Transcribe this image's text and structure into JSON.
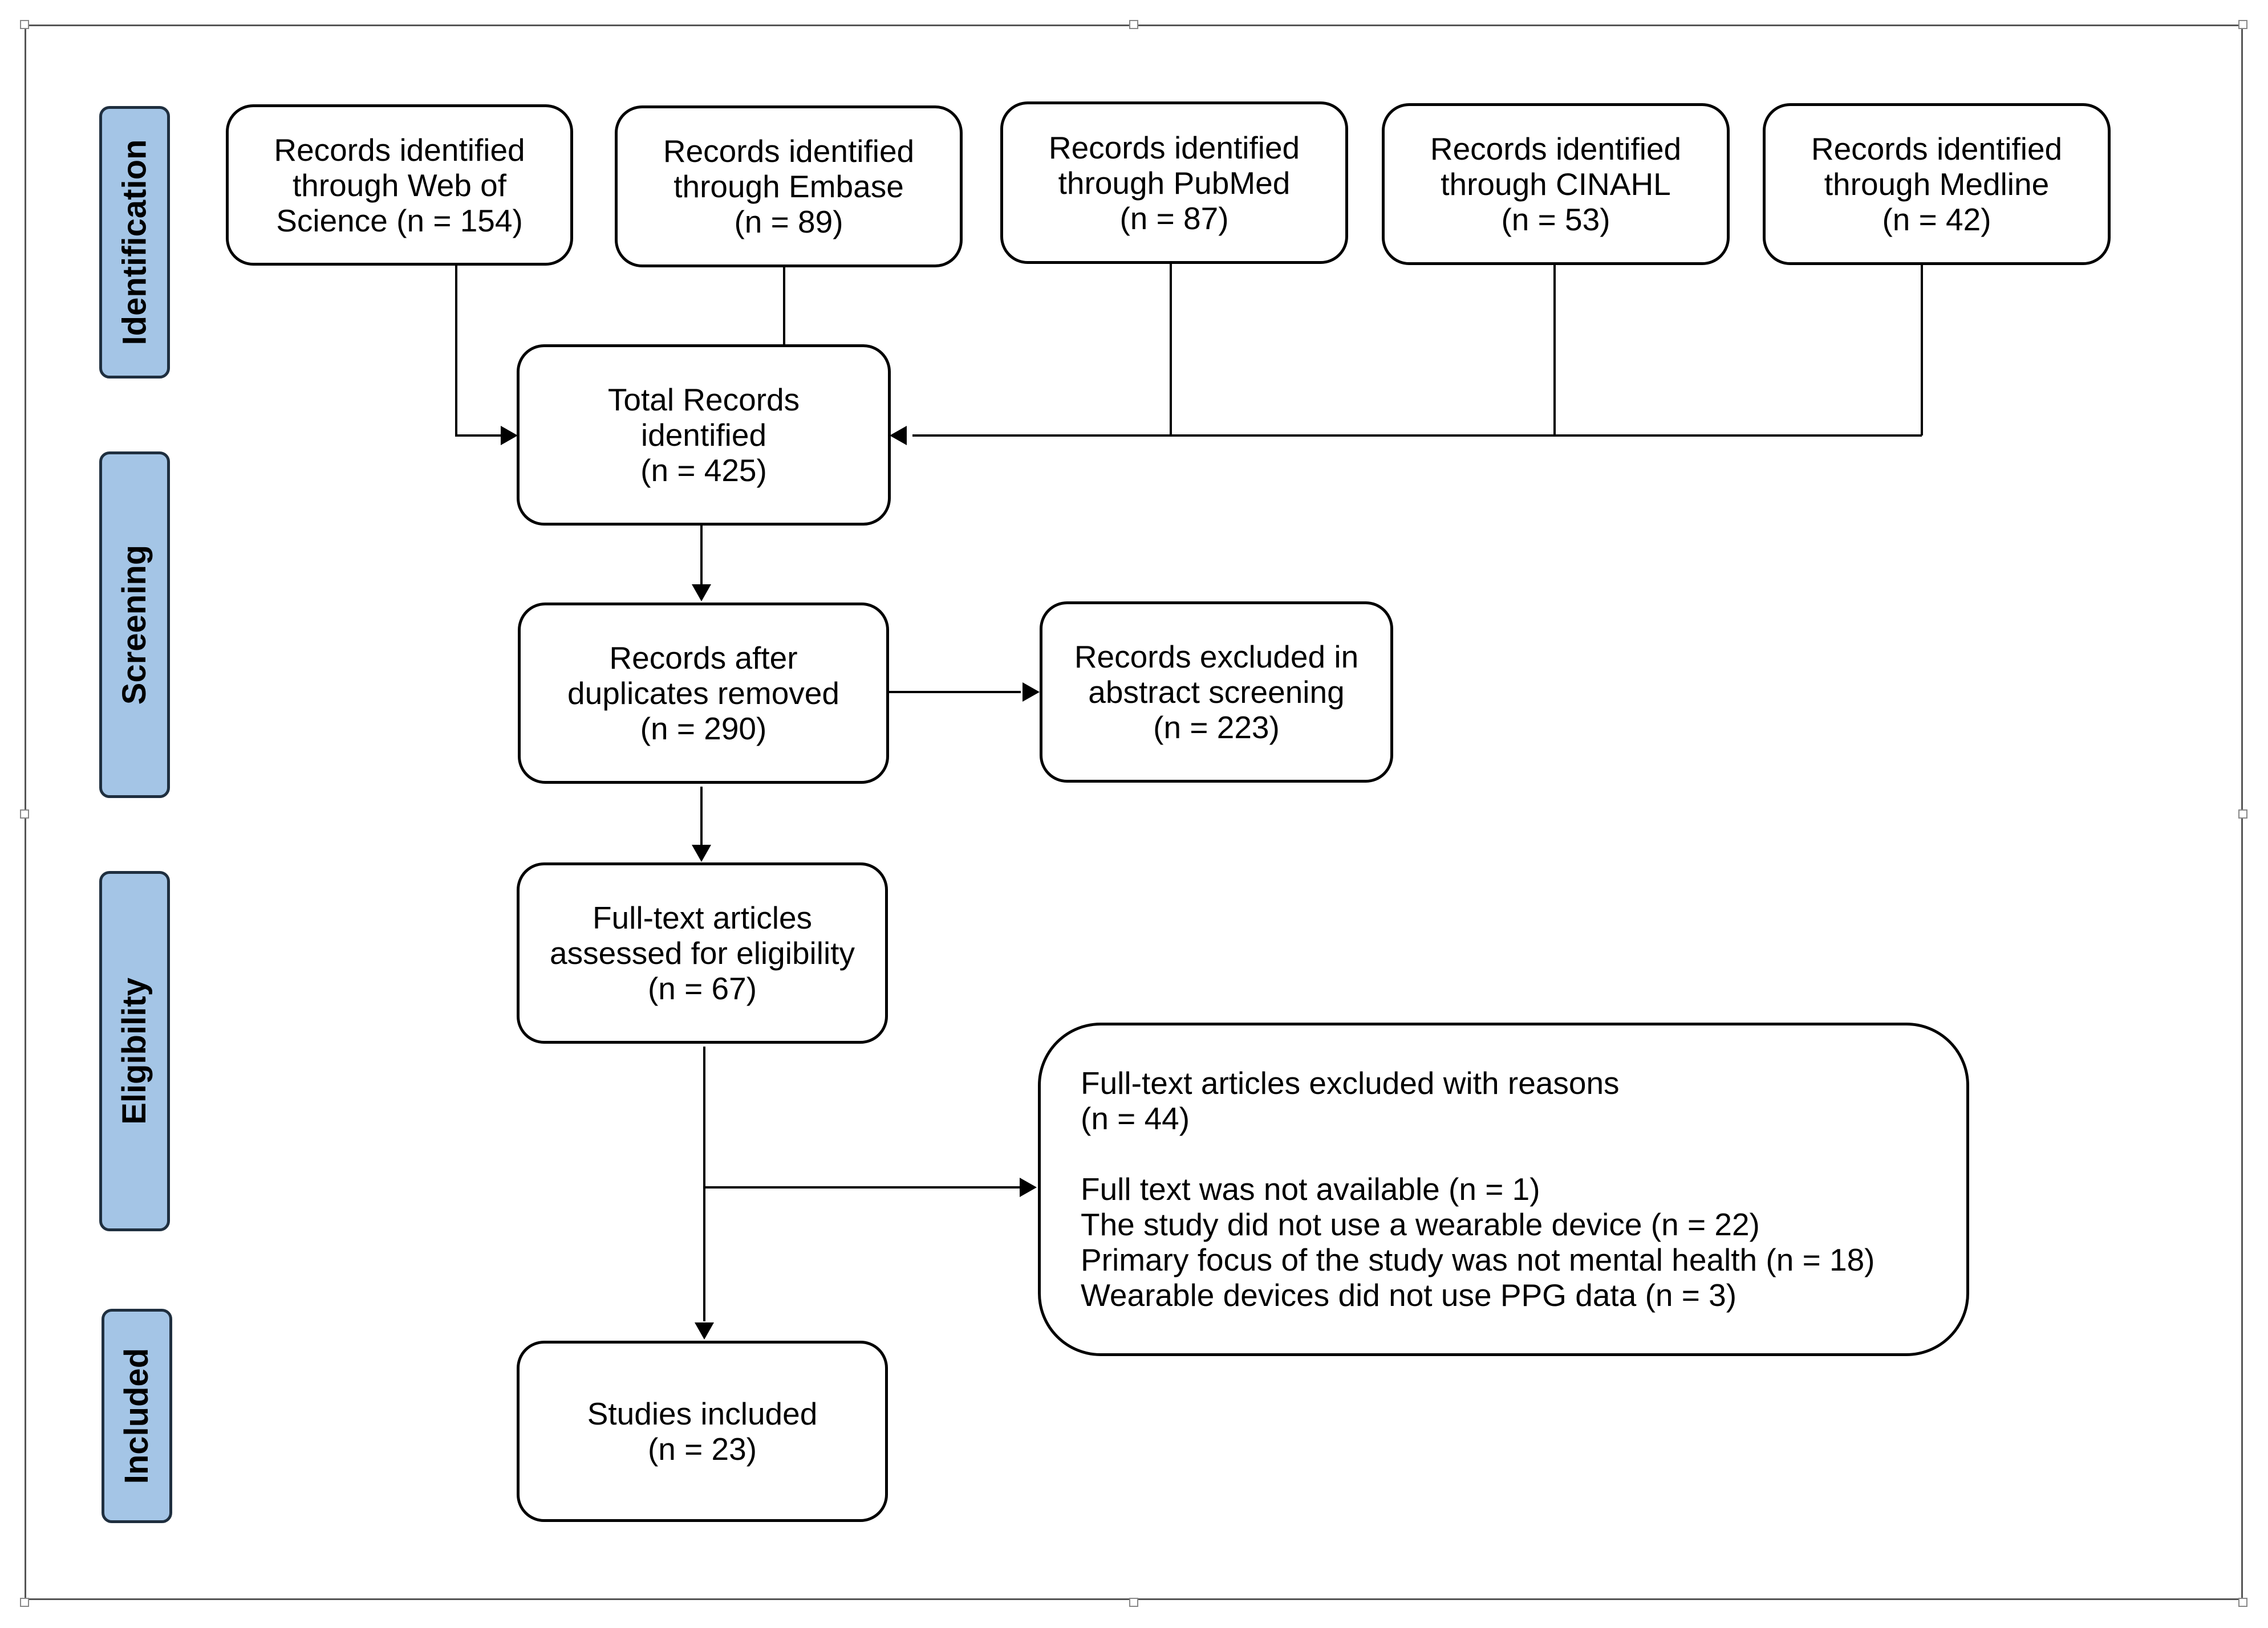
{
  "stages": {
    "identification": "Identification",
    "screening": "Screening",
    "eligibility": "Eligibility",
    "included": "Included"
  },
  "sources": [
    {
      "line1": "Records identified",
      "line2": "through Web of",
      "line3": "Science (n = 154)"
    },
    {
      "line1": "Records identified",
      "line2": "through Embase",
      "line3": "(n = 89)"
    },
    {
      "line1": "Records identified",
      "line2": "through PubMed",
      "line3": "(n = 87)"
    },
    {
      "line1": "Records identified",
      "line2": "through CINAHL",
      "line3": "(n = 53)"
    },
    {
      "line1": "Records identified",
      "line2": "through Medline",
      "line3": "(n = 42)"
    }
  ],
  "total": {
    "line1": "Total Records",
    "line2": "identified",
    "line3": "(n = 425)"
  },
  "after_duplicates": {
    "line1": "Records after",
    "line2": "duplicates removed",
    "line3": "(n = 290)"
  },
  "excluded_abstract": {
    "line1": "Records excluded in",
    "line2": "abstract screening",
    "line3": "(n = 223)"
  },
  "full_text": {
    "line1": "Full-text articles",
    "line2": "assessed for eligibility",
    "line3": "(n = 67)"
  },
  "excluded_full_text": {
    "heading": "Full-text articles excluded with reasons",
    "count": "(n = 44)",
    "reasons": [
      "Full text was not available (n = 1)",
      "The study did not use a wearable device (n = 22)",
      "Primary focus of the study was not mental health (n = 18)",
      "Wearable devices did not use PPG data (n = 3)"
    ]
  },
  "included": {
    "line1": "Studies included",
    "line2": "(n = 23)"
  },
  "colors": {
    "stage_fill": "#a4c5e6",
    "stage_border": "#1f2f3f",
    "box_border": "#000000"
  }
}
